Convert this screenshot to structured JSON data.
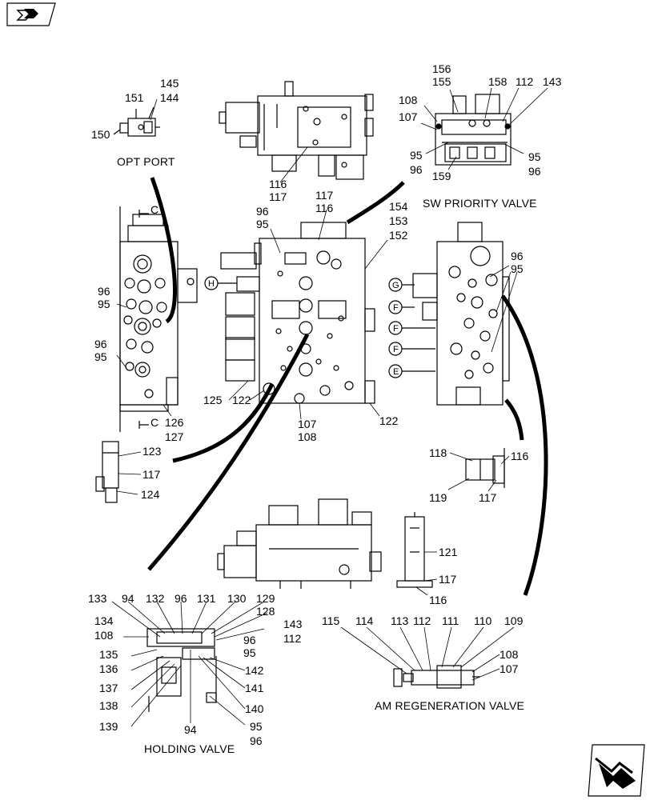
{
  "captions": {
    "opt_port": "OPT PORT",
    "sw_priority_valve": "SW PRIORITY VALVE",
    "am_regeneration_valve": "AM REGENERATION VALVE",
    "holding_valve": "HOLDING VALVE"
  },
  "section_marks": {
    "c_top": "C",
    "c_bottom": "C"
  },
  "port_markers": {
    "H": "H",
    "G": "G",
    "F1": "F",
    "F2": "F",
    "F3": "F",
    "E": "E"
  },
  "icons": {
    "previous": "back-page-icon",
    "next": "next-page-icon"
  },
  "callouts": [
    {
      "id": "c151",
      "text": "151"
    },
    {
      "id": "c145",
      "text": "145"
    },
    {
      "id": "c144",
      "text": "144"
    },
    {
      "id": "c150",
      "text": "150"
    },
    {
      "id": "c156",
      "text": "156"
    },
    {
      "id": "c155",
      "text": "155"
    },
    {
      "id": "c158",
      "text": "158"
    },
    {
      "id": "c112a",
      "text": "112"
    },
    {
      "id": "c143a",
      "text": "143"
    },
    {
      "id": "c108a",
      "text": "108"
    },
    {
      "id": "c107a",
      "text": "107"
    },
    {
      "id": "c95a",
      "text": "95"
    },
    {
      "id": "c96a",
      "text": "96"
    },
    {
      "id": "c159",
      "text": "159"
    },
    {
      "id": "c95b",
      "text": "95"
    },
    {
      "id": "c96b",
      "text": "96"
    },
    {
      "id": "c116a",
      "text": "116"
    },
    {
      "id": "c117a",
      "text": "117"
    },
    {
      "id": "c117b",
      "text": "117"
    },
    {
      "id": "c116b",
      "text": "116"
    },
    {
      "id": "c96c",
      "text": "96"
    },
    {
      "id": "c95c",
      "text": "95"
    },
    {
      "id": "c154",
      "text": "154"
    },
    {
      "id": "c153",
      "text": "153"
    },
    {
      "id": "c152",
      "text": "152"
    },
    {
      "id": "c96d",
      "text": "96"
    },
    {
      "id": "c95d",
      "text": "95"
    },
    {
      "id": "c96e",
      "text": "96"
    },
    {
      "id": "c95e",
      "text": "95"
    },
    {
      "id": "c96f",
      "text": "96"
    },
    {
      "id": "c95f",
      "text": "95"
    },
    {
      "id": "c125",
      "text": "125"
    },
    {
      "id": "c122a",
      "text": "122"
    },
    {
      "id": "c107b",
      "text": "107"
    },
    {
      "id": "c108b",
      "text": "108"
    },
    {
      "id": "c122b",
      "text": "122"
    },
    {
      "id": "c126",
      "text": "126"
    },
    {
      "id": "c127",
      "text": "127"
    },
    {
      "id": "c123",
      "text": "123"
    },
    {
      "id": "c117c",
      "text": "117"
    },
    {
      "id": "c124",
      "text": "124"
    },
    {
      "id": "c118",
      "text": "118"
    },
    {
      "id": "c116c",
      "text": "116"
    },
    {
      "id": "c119",
      "text": "119"
    },
    {
      "id": "c117d",
      "text": "117"
    },
    {
      "id": "c121",
      "text": "121"
    },
    {
      "id": "c117e",
      "text": "117"
    },
    {
      "id": "c116d",
      "text": "116"
    },
    {
      "id": "c133",
      "text": "133"
    },
    {
      "id": "c94a",
      "text": "94"
    },
    {
      "id": "c132",
      "text": "132"
    },
    {
      "id": "c96g",
      "text": "96"
    },
    {
      "id": "c131",
      "text": "131"
    },
    {
      "id": "c130",
      "text": "130"
    },
    {
      "id": "c129",
      "text": "129"
    },
    {
      "id": "c128",
      "text": "128"
    },
    {
      "id": "c134",
      "text": "134"
    },
    {
      "id": "c108c",
      "text": "108"
    },
    {
      "id": "c143b",
      "text": "143"
    },
    {
      "id": "c112b",
      "text": "112"
    },
    {
      "id": "c96h",
      "text": "96"
    },
    {
      "id": "c95g",
      "text": "95"
    },
    {
      "id": "c135",
      "text": "135"
    },
    {
      "id": "c136",
      "text": "136"
    },
    {
      "id": "c142",
      "text": "142"
    },
    {
      "id": "c137",
      "text": "137"
    },
    {
      "id": "c141",
      "text": "141"
    },
    {
      "id": "c138",
      "text": "138"
    },
    {
      "id": "c140",
      "text": "140"
    },
    {
      "id": "c139",
      "text": "139"
    },
    {
      "id": "c94b",
      "text": "94"
    },
    {
      "id": "c95h",
      "text": "95"
    },
    {
      "id": "c96i",
      "text": "96"
    },
    {
      "id": "c115",
      "text": "115"
    },
    {
      "id": "c114",
      "text": "114"
    },
    {
      "id": "c113",
      "text": "113"
    },
    {
      "id": "c112c",
      "text": "112"
    },
    {
      "id": "c111",
      "text": "111"
    },
    {
      "id": "c110",
      "text": "110"
    },
    {
      "id": "c109",
      "text": "109"
    },
    {
      "id": "c108d",
      "text": "108"
    },
    {
      "id": "c107c",
      "text": "107"
    }
  ]
}
